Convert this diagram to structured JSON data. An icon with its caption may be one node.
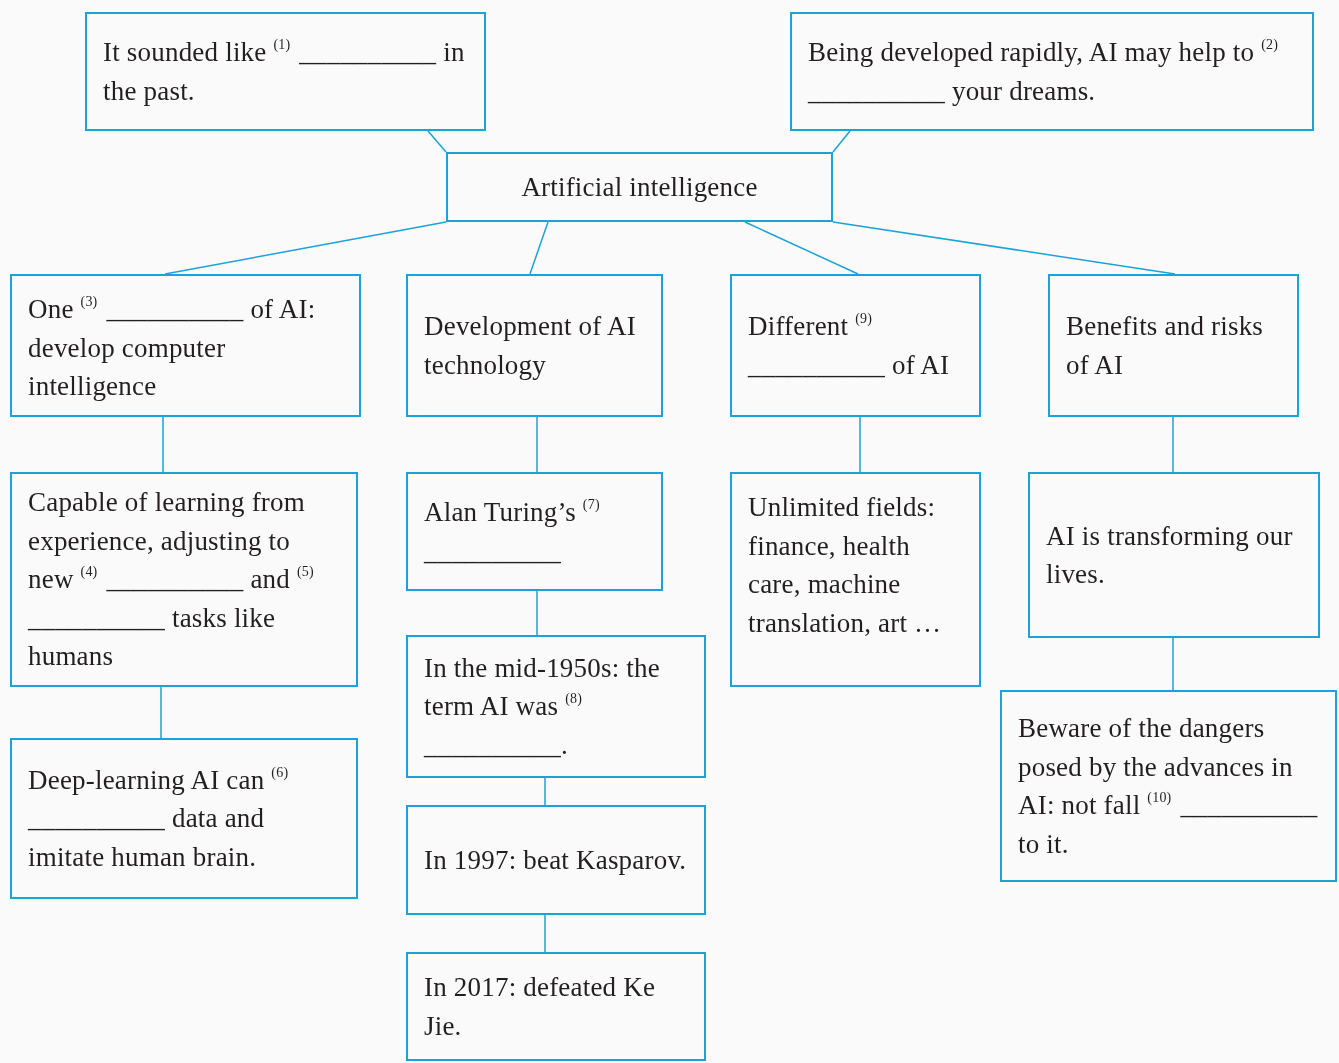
{
  "diagram": {
    "nodes": [
      {
        "text": [
          "It sounded like $^{(1)}$ __________ in the past."
        ]
      },
      {
        "text": [
          "Being developed rapidly, AI may help to $^{(2)}$ __________ your dreams."
        ]
      },
      {
        "text": [
          "Artificial intelligence"
        ]
      },
      {
        "text": [
          "One $^{(3)}$ __________ of AI: develop computer intelligence"
        ]
      },
      {
        "text": [
          "Development of AI technology"
        ]
      },
      {
        "text": [
          "Different $^{(9)}$ __________ of AI"
        ]
      },
      {
        "text": [
          "Benefits and risks of AI"
        ]
      },
      {
        "text": [
          "Capable of learning from experience, adjusting to new $^{(4)}$ __________ and $^{(5)}$ __________ tasks like humans"
        ]
      },
      {
        "text": [
          "Alan Turing’s $^{(7)}$ __________"
        ]
      },
      {
        "text": [
          "Unlimited fields: finance, health care, machine translation, art …"
        ]
      },
      {
        "text": [
          "AI is transforming our lives."
        ]
      },
      {
        "text": [
          "Deep-learning AI can $^{(6)}$ __________ data and imitate human brain."
        ]
      },
      {
        "text": [
          "In the mid-1950s: the term AI was $^{(8)}$ __________."
        ]
      },
      {
        "text": [
          "In 1997: beat Kasparov."
        ]
      },
      {
        "text": [
          "In 2017: defeated Ke Jie."
        ]
      },
      {
        "text": [
          "Beware of the dangers posed by the advances in AI: not fall $^{(10)}$ __________ to it."
        ]
      }
    ],
    "edges": [
      {
        "from": 0,
        "to": 2,
        "arrow": "none"
      },
      {
        "from": 1,
        "to": 2,
        "arrow": "none"
      },
      {
        "from": 2,
        "to": 3,
        "arrow": "none"
      },
      {
        "from": 2,
        "to": 4,
        "arrow": "none"
      },
      {
        "from": 2,
        "to": 5,
        "arrow": "none"
      },
      {
        "from": 2,
        "to": 6,
        "arrow": "none"
      },
      {
        "from": 3,
        "to": 7,
        "arrow": "none"
      },
      {
        "from": 7,
        "to": 11,
        "arrow": "none"
      },
      {
        "from": 4,
        "to": 8,
        "arrow": "none"
      },
      {
        "from": 8,
        "to": 12,
        "arrow": "none"
      },
      {
        "from": 12,
        "to": 13,
        "arrow": "none"
      },
      {
        "from": 13,
        "to": 14,
        "arrow": "none"
      },
      {
        "from": 5,
        "to": 9,
        "arrow": "none"
      },
      {
        "from": 6,
        "to": 10,
        "arrow": "none"
      },
      {
        "from": 10,
        "to": 15,
        "arrow": "none"
      }
    ]
  }
}
